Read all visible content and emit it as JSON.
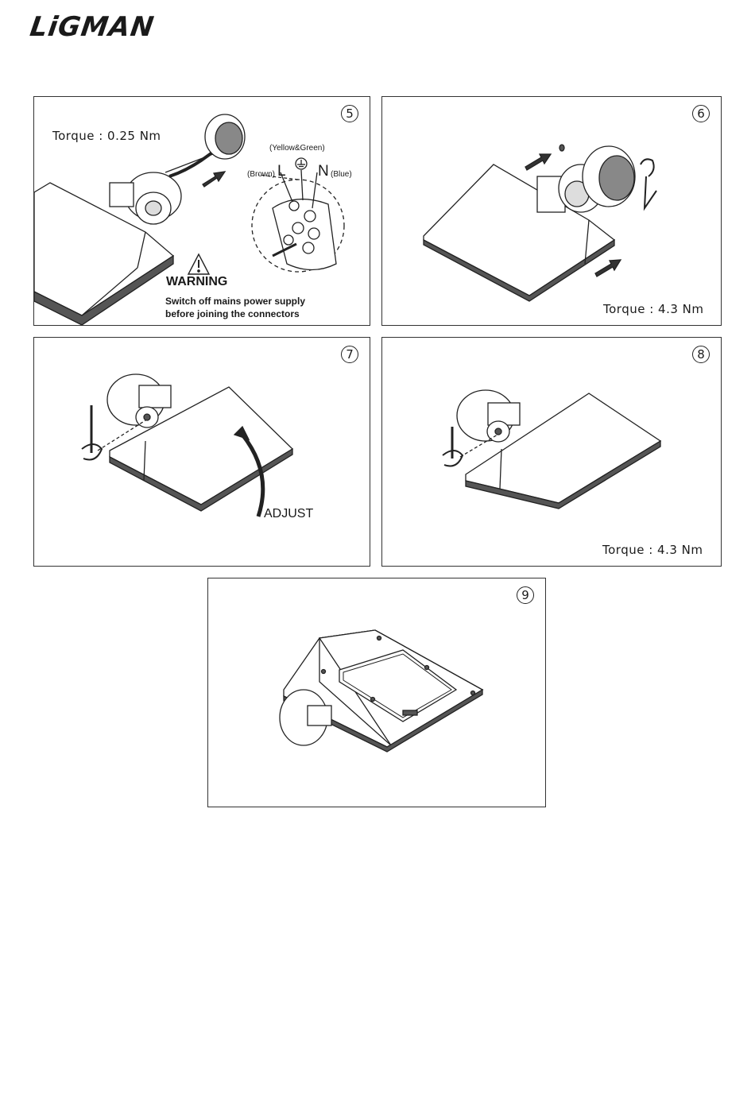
{
  "brand": "LiGMAN",
  "panels": {
    "p5": {
      "step": "5",
      "torque": "Torque : 0.25 Nm",
      "ground_label": "(Yellow&Green)",
      "live_color": "(Brown)",
      "live_letter": "L",
      "neutral_letter": "N",
      "neutral_color": "(Blue)",
      "warning_title": "WARNING",
      "warning_line1": "Switch off mains power supply",
      "warning_line2": "before joining the connectors"
    },
    "p6": {
      "step": "6",
      "torque": "Torque : 4.3 Nm"
    },
    "p7": {
      "step": "7",
      "adjust_label": "ADJUST"
    },
    "p8": {
      "step": "8",
      "torque": "Torque : 4.3 Nm"
    },
    "p9": {
      "step": "9"
    }
  }
}
